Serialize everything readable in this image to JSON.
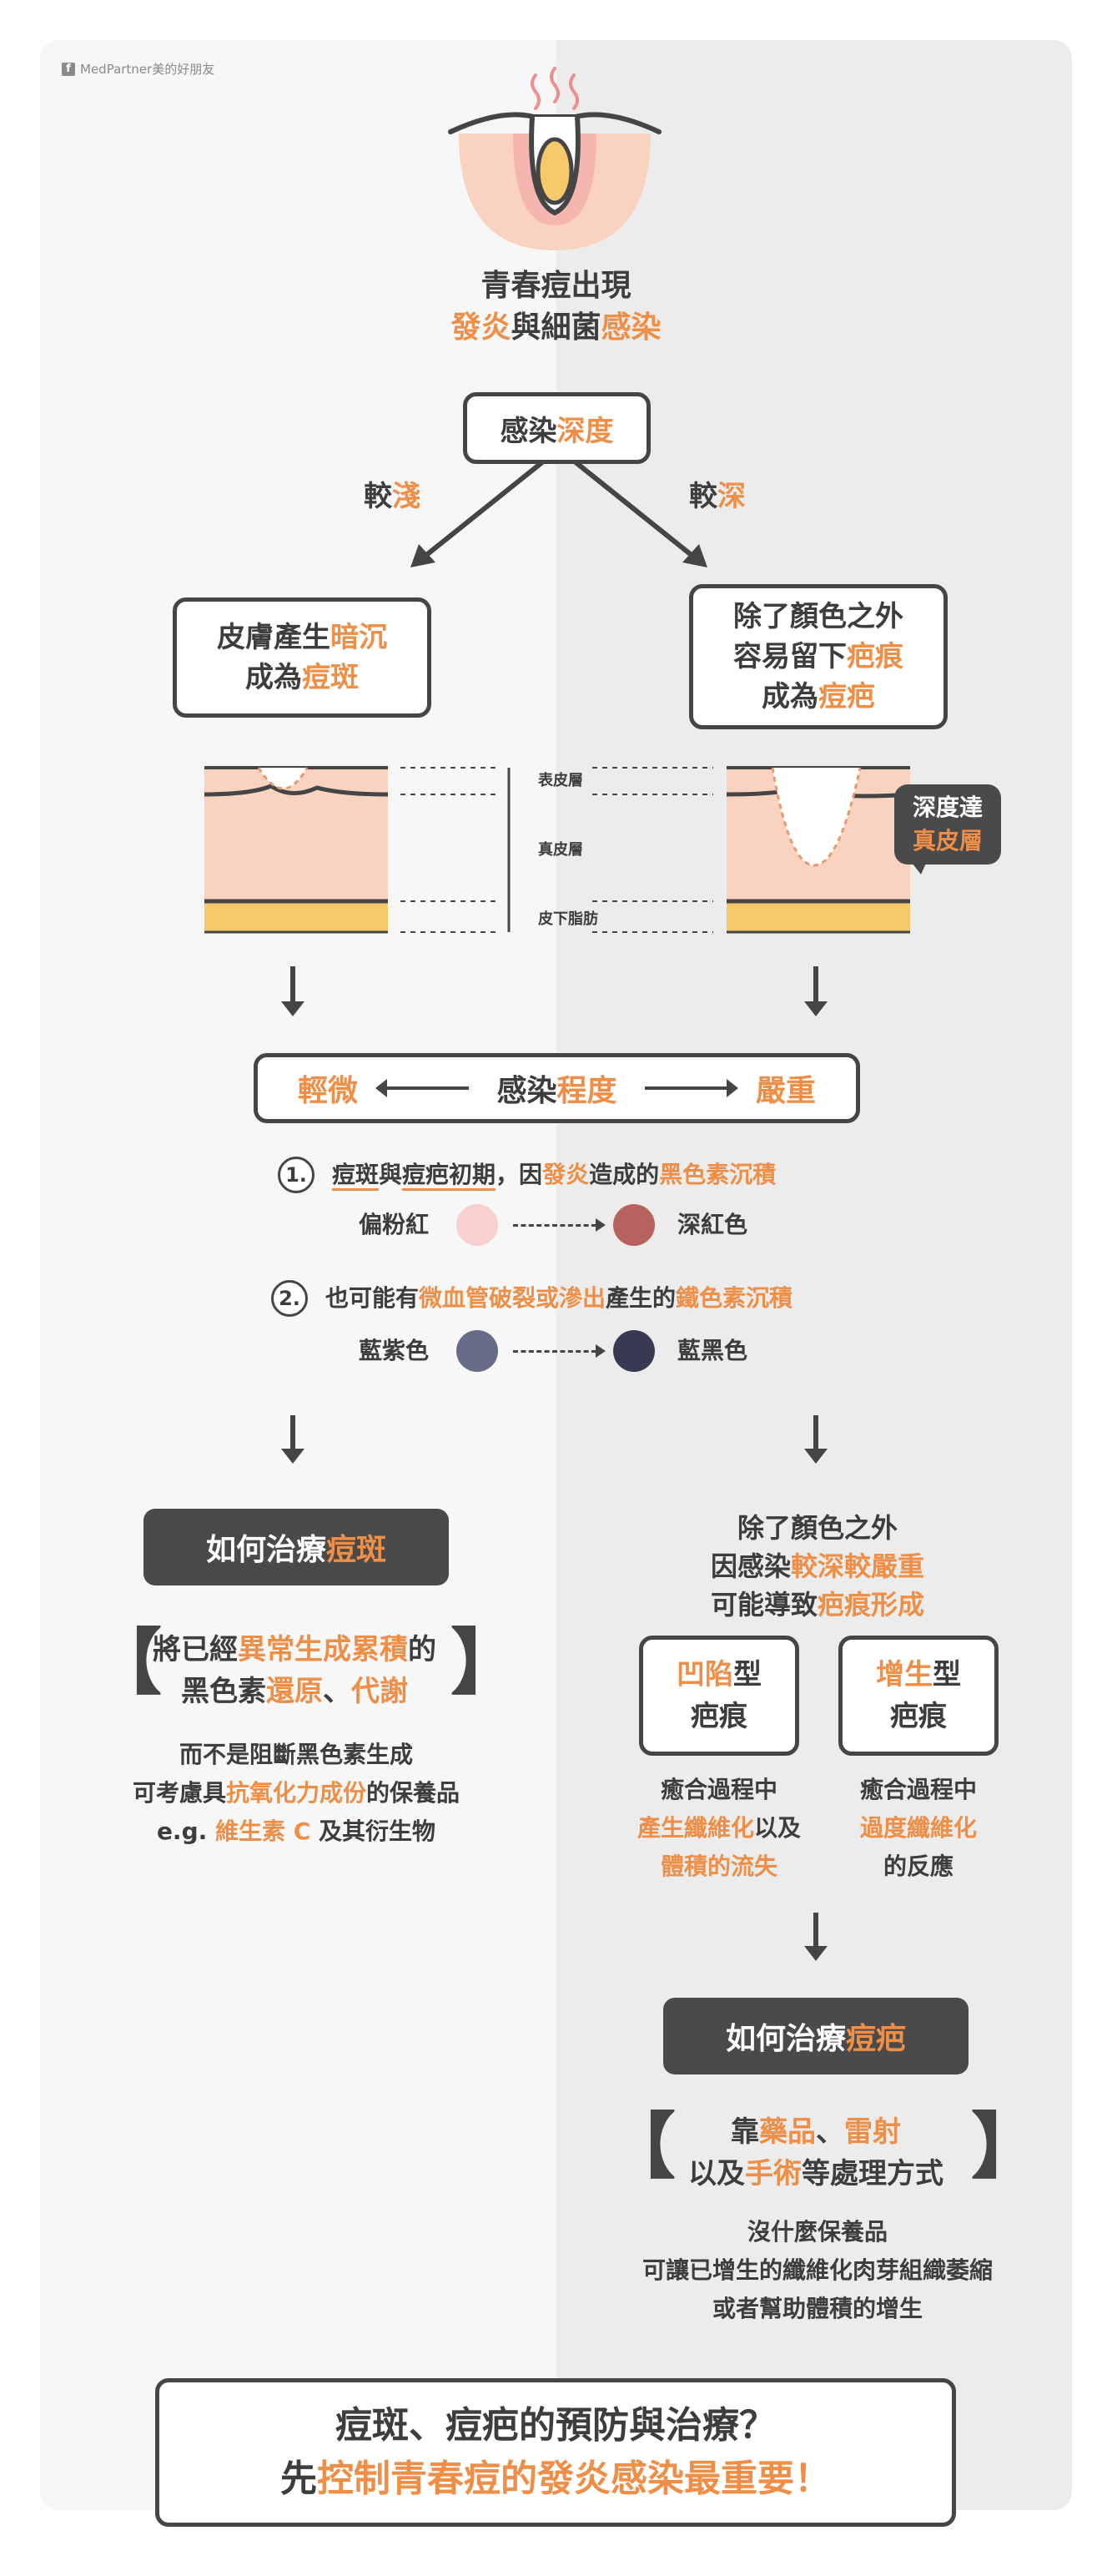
{
  "watermark": "MedPartner美的好朋友",
  "top": {
    "line1": "青春痘出現",
    "line2_a": "發炎",
    "line2_b": "與細菌",
    "line2_c": "感染"
  },
  "depth_box": {
    "a": "感染",
    "b": "深度"
  },
  "branch_left": {
    "a": "較",
    "b": "淺"
  },
  "branch_right": {
    "a": "較",
    "b": "深"
  },
  "left_result": {
    "l1_a": "皮膚產生",
    "l1_b": "暗沉",
    "l2_a": "成為",
    "l2_b": "痘斑"
  },
  "right_result": {
    "l1": "除了顏色之外",
    "l2_a": "容易留下",
    "l2_b": "疤痕",
    "l3_a": "成為",
    "l3_b": "痘疤"
  },
  "layers": {
    "epidermis": "表皮層",
    "dermis": "真皮層",
    "subcutaneous": "皮下脂肪"
  },
  "callout": {
    "l1": "深度達",
    "l2": "真皮層"
  },
  "severity": {
    "left": "輕微",
    "mid_a": "感染",
    "mid_b": "程度",
    "right": "嚴重"
  },
  "point1": {
    "num": "1.",
    "a": "痘斑",
    "b": "與",
    "c": "痘疤初期",
    "d": "，因",
    "e": "發炎",
    "f": "造成的",
    "g": "黑色素沉積",
    "from_label": "偏粉紅",
    "to_label": "深紅色",
    "from_color": "#f9cfcf",
    "to_color": "#b8625f"
  },
  "point2": {
    "num": "2.",
    "a": "也可能有",
    "b": "微血管破裂或滲出",
    "c": "產生的",
    "d": "鐵色素沉積",
    "from_label": "藍紫色",
    "to_label": "藍黑色",
    "from_color": "#686a89",
    "to_color": "#373a52"
  },
  "left_treat": {
    "title_a": "如何治療",
    "title_b": "痘斑",
    "q1_a": "將已經",
    "q1_b": "異常生成累積",
    "q1_c": "的",
    "q2_a": "黑色素",
    "q2_b": "還原",
    "q2_c": "、",
    "q2_d": "代謝",
    "p1": "而不是阻斷黑色素生成",
    "p2_a": "可考慮具",
    "p2_b": "抗氧化力成份",
    "p2_c": "的保養品",
    "p3_a": "e.g. ",
    "p3_b": "維生素 C",
    "p3_c": " 及其衍生物"
  },
  "right_info": {
    "l1": "除了顏色之外",
    "l2_a": "因感染",
    "l2_b": "較深較嚴重",
    "l3_a": "可能導致",
    "l3_b": "疤痕形成"
  },
  "scar_a": {
    "t1_a": "凹陷",
    "t1_b": "型",
    "t2": "疤痕",
    "d1": "癒合過程中",
    "d2_a": "產生纖維化",
    "d2_b": "以及",
    "d3": "體積的流失"
  },
  "scar_b": {
    "t1_a": "增生",
    "t1_b": "型",
    "t2": "疤痕",
    "d1": "癒合過程中",
    "d2": "過度纖維化",
    "d3": "的反應"
  },
  "right_treat": {
    "title_a": "如何治療",
    "title_b": "痘疤",
    "q1_a": "靠",
    "q1_b": "藥品",
    "q1_c": "、",
    "q1_d": "雷射",
    "q2_a": "以及",
    "q2_b": "手術",
    "q2_c": "等處理方式",
    "p1": "沒什麼保養品",
    "p2": "可讓已增生的纖維化肉芽組織萎縮",
    "p3": "或者幫助體積的增生"
  },
  "footer": {
    "l1": "痘斑、痘疤的預防與治療？",
    "l2_a": "先",
    "l2_b": "控制青春痘的發炎感染最重要！"
  },
  "colors": {
    "accent": "#ee8e47",
    "dark": "#454545",
    "skin": "#fad3c0",
    "fat": "#f5c96a"
  }
}
